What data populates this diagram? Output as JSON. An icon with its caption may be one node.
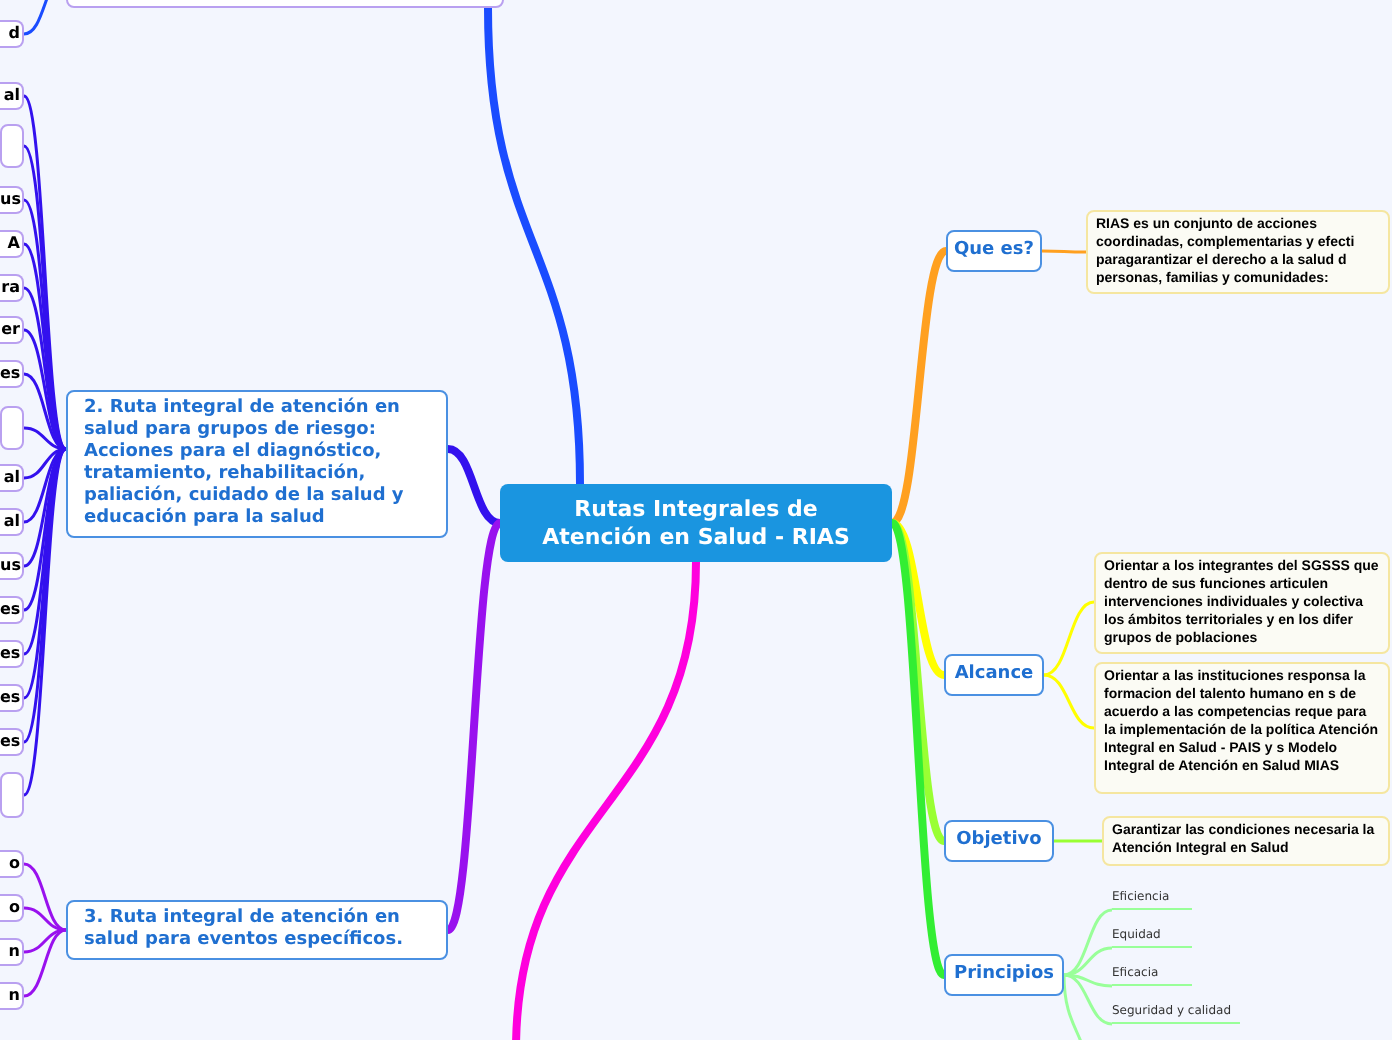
{
  "diagram": {
    "nodes": [
      {
        "text": [
          "Rutas Integrales de Atención en Salud - RIAS"
        ]
      },
      {
        "text": [
          "Que es?"
        ]
      },
      {
        "text": [
          "RIAS es un conjunto de acciones coordinadas, complementarias y efecti paragarantizar el derecho a la salud d personas, familias y comunidades:"
        ]
      },
      {
        "text": [
          "Alcance"
        ]
      },
      {
        "text": [
          "Orientar a los integrantes del SGSSS que dentro de sus funciones articulen intervenciones individuales y colectiva los ámbitos territoriales y en los difer grupos de poblaciones"
        ]
      },
      {
        "text": [
          "Orientar  a las instituciones responsa la formacion del talento humano en s de acuerdo a las competencias reque para la implementación de la política Atención Integral en Salud - PAIS y s Modelo Integral de Atención en Salud MIAS"
        ]
      },
      {
        "text": [
          "Objetivo"
        ]
      },
      {
        "text": [
          "Garantizar las condiciones necesaria la Atención Integral en Salud"
        ]
      },
      {
        "text": [
          "Principios"
        ]
      },
      {
        "text": [
          "Eficiencia"
        ]
      },
      {
        "text": [
          "Equidad"
        ]
      },
      {
        "text": [
          "Eficacia"
        ]
      },
      {
        "text": [
          "Seguridad y calidad"
        ]
      },
      {
        "text": [],
        "shape": "box"
      },
      {
        "text": [
          "d"
        ]
      },
      {
        "text": [
          "2. Ruta integral de atención en salud para grupos de riesgo: Acciones para el diagnóstico, tratamiento, rehabilitación, paliación, cuidado de la salud y educación para la salud"
        ]
      },
      {
        "text": [
          "al"
        ]
      },
      {
        "text": [],
        "shape": "box"
      },
      {
        "text": [
          "us"
        ]
      },
      {
        "text": [
          "A"
        ]
      },
      {
        "text": [
          "ra"
        ]
      },
      {
        "text": [
          "er"
        ]
      },
      {
        "text": [
          "es"
        ]
      },
      {
        "text": [],
        "shape": "box"
      },
      {
        "text": [
          "al"
        ]
      },
      {
        "text": [
          "al"
        ]
      },
      {
        "text": [
          "us"
        ]
      },
      {
        "text": [
          "es"
        ]
      },
      {
        "text": [
          "es"
        ]
      },
      {
        "text": [
          "es"
        ]
      },
      {
        "text": [
          "es"
        ]
      },
      {
        "text": [],
        "shape": "box"
      },
      {
        "text": [
          "3. Ruta integral de atención en salud para eventos específicos."
        ]
      },
      {
        "text": [
          "o"
        ]
      },
      {
        "text": [
          "o"
        ]
      },
      {
        "text": [
          "n"
        ]
      },
      {
        "text": [
          "n"
        ]
      }
    ],
    "edges": [
      {
        "from": 0,
        "to": 1,
        "arrow": "none",
        "style": "thick",
        "color": "#ffa020"
      },
      {
        "from": 1,
        "to": 2,
        "arrow": "none",
        "color": "#ffa020"
      },
      {
        "from": 0,
        "to": 3,
        "arrow": "none",
        "style": "thick",
        "color": "#ffff00"
      },
      {
        "from": 3,
        "to": 4,
        "arrow": "none",
        "color": "#ffff00"
      },
      {
        "from": 3,
        "to": 5,
        "arrow": "none",
        "color": "#ffff00"
      },
      {
        "from": 0,
        "to": 6,
        "arrow": "none",
        "style": "thick",
        "color": "#99ff33"
      },
      {
        "from": 6,
        "to": 7,
        "arrow": "none",
        "color": "#99ff33"
      },
      {
        "from": 0,
        "to": 8,
        "arrow": "none",
        "style": "thick",
        "color": "#33ee33"
      },
      {
        "from": 8,
        "to": 9,
        "arrow": "none",
        "color": "#99ff99"
      },
      {
        "from": 8,
        "to": 10,
        "arrow": "none",
        "color": "#99ff99"
      },
      {
        "from": 8,
        "to": 11,
        "arrow": "none",
        "color": "#99ff99"
      },
      {
        "from": 8,
        "to": 12,
        "arrow": "none",
        "color": "#99ff99"
      },
      {
        "from": 8,
        "to": null,
        "arrow": "none",
        "color": "#99ff99"
      },
      {
        "from": 0,
        "to": 13,
        "arrow": "none",
        "style": "thick",
        "color": "#1a4cff"
      },
      {
        "from": 13,
        "to": 14,
        "arrow": "none",
        "color": "#1a4cff"
      },
      {
        "from": 0,
        "to": 15,
        "arrow": "none",
        "style": "thick",
        "color": "#3311ee"
      },
      {
        "from": 15,
        "to": 16,
        "arrow": "none",
        "color": "#3311ee"
      },
      {
        "from": 15,
        "to": 17,
        "arrow": "none",
        "color": "#3311ee"
      },
      {
        "from": 15,
        "to": 18,
        "arrow": "none",
        "color": "#3311ee"
      },
      {
        "from": 15,
        "to": 19,
        "arrow": "none",
        "color": "#3311ee"
      },
      {
        "from": 15,
        "to": 20,
        "arrow": "none",
        "color": "#3311ee"
      },
      {
        "from": 15,
        "to": 21,
        "arrow": "none",
        "color": "#3311ee"
      },
      {
        "from": 15,
        "to": 22,
        "arrow": "none",
        "color": "#3311ee"
      },
      {
        "from": 15,
        "to": 23,
        "arrow": "none",
        "color": "#3311ee"
      },
      {
        "from": 15,
        "to": 24,
        "arrow": "none",
        "color": "#3311ee"
      },
      {
        "from": 15,
        "to": 25,
        "arrow": "none",
        "color": "#3311ee"
      },
      {
        "from": 15,
        "to": 26,
        "arrow": "none",
        "color": "#3311ee"
      },
      {
        "from": 15,
        "to": 27,
        "arrow": "none",
        "color": "#3311ee"
      },
      {
        "from": 15,
        "to": 28,
        "arrow": "none",
        "color": "#3311ee"
      },
      {
        "from": 15,
        "to": 29,
        "arrow": "none",
        "color": "#3311ee"
      },
      {
        "from": 15,
        "to": 30,
        "arrow": "none",
        "color": "#3311ee"
      },
      {
        "from": 15,
        "to": 31,
        "arrow": "none",
        "color": "#3311ee"
      },
      {
        "from": 0,
        "to": 32,
        "arrow": "none",
        "style": "thick",
        "color": "#9911ee"
      },
      {
        "from": 32,
        "to": 33,
        "arrow": "none",
        "color": "#9911ee"
      },
      {
        "from": 32,
        "to": 34,
        "arrow": "none",
        "color": "#9911ee"
      },
      {
        "from": 32,
        "to": 35,
        "arrow": "none",
        "color": "#9911ee"
      },
      {
        "from": 32,
        "to": 36,
        "arrow": "none",
        "color": "#9911ee"
      },
      {
        "from": 0,
        "to": null,
        "arrow": "none",
        "style": "thick",
        "color": "#ff00dd"
      }
    ]
  }
}
